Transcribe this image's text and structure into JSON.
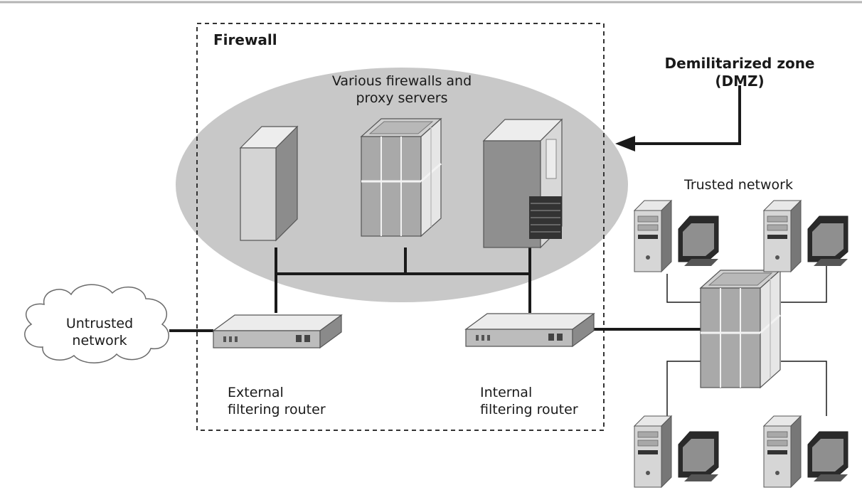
{
  "firewall_box": {
    "title": "Firewall"
  },
  "proxy_zone": {
    "label_lines": [
      "Various firewalls and",
      "proxy servers"
    ]
  },
  "dmz": {
    "label_lines": [
      "Demilitarized zone",
      "(DMZ)"
    ]
  },
  "trusted_network": {
    "label": "Trusted network"
  },
  "untrusted_network": {
    "label_lines": [
      "Untrusted",
      "network"
    ]
  },
  "external_router": {
    "label_lines": [
      "External",
      "filtering router"
    ]
  },
  "internal_router": {
    "label_lines": [
      "Internal",
      "filtering router"
    ]
  },
  "icons": {
    "server_a": "tower-server-icon",
    "server_b": "cube-server-icon",
    "server_c": "rack-server-icon",
    "router": "router-icon",
    "workstation": "desktop-computer-icon",
    "hub_server": "cube-server-icon",
    "cloud": "cloud-icon"
  },
  "colors": {
    "zone_fill": "#c8c8c8",
    "line": "#1a1a1a",
    "top_rule": "#b4b4b4"
  }
}
